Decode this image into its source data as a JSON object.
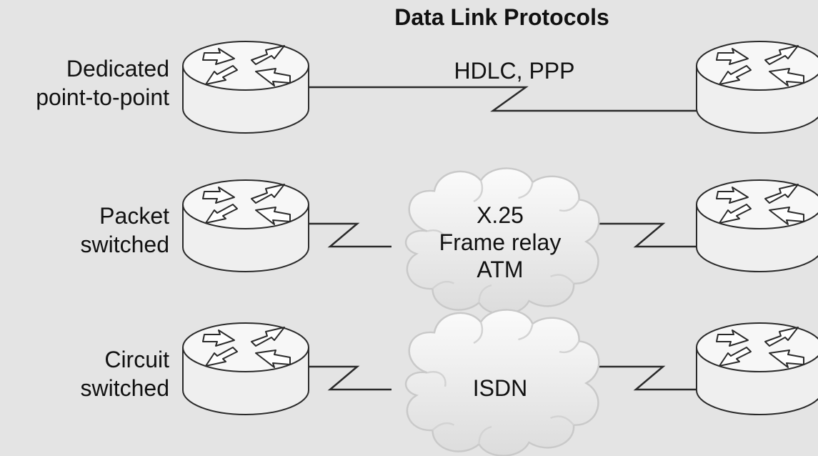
{
  "title": "Data Link Protocols",
  "rows": [
    {
      "label_line1": "Dedicated",
      "label_line2": "point-to-point",
      "protocols": [
        "HDLC, PPP"
      ],
      "network": "none"
    },
    {
      "label_line1": "Packet",
      "label_line2": "switched",
      "protocols": [
        "X.25",
        "Frame relay",
        "ATM"
      ],
      "network": "cloud"
    },
    {
      "label_line1": "Circuit",
      "label_line2": "switched",
      "protocols": [
        "ISDN"
      ],
      "network": "cloud"
    }
  ],
  "colors": {
    "background": "#e4e4e4",
    "router_fill": "#f4f4f4",
    "outline": "#2a2a2a",
    "cloud_fill": "#f2f2f2"
  },
  "icons": [
    "router-icon",
    "cloud-icon",
    "serial-link-icon"
  ]
}
